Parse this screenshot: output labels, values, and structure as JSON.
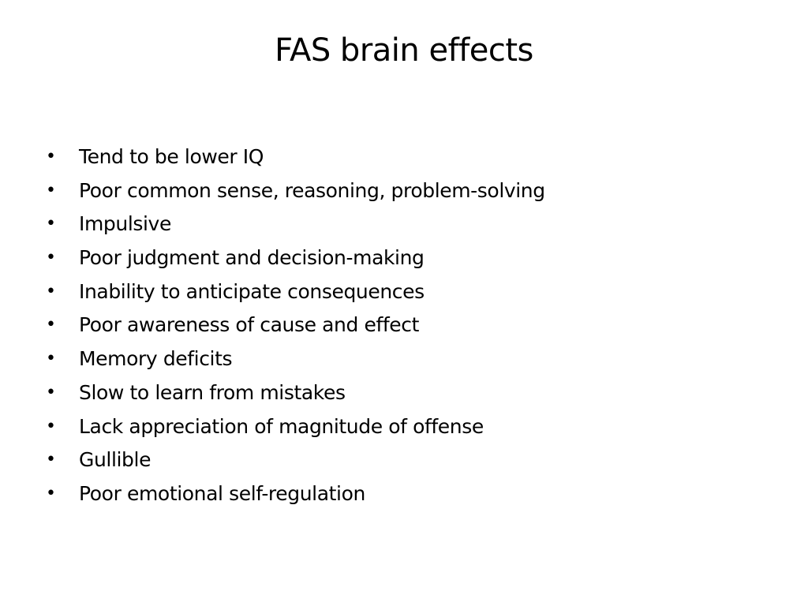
{
  "slide": {
    "title": "FAS brain effects",
    "bullet_glyph": "•",
    "bullets": [
      "Tend to be lower IQ",
      "Poor common sense, reasoning, problem-solving",
      "Impulsive",
      "Poor judgment and decision-making",
      "Inability to anticipate consequences",
      "Poor awareness of cause and effect",
      "Memory deficits",
      "Slow to learn from mistakes",
      "Lack appreciation of magnitude of offense",
      "Gullible",
      "Poor emotional self-regulation"
    ]
  }
}
